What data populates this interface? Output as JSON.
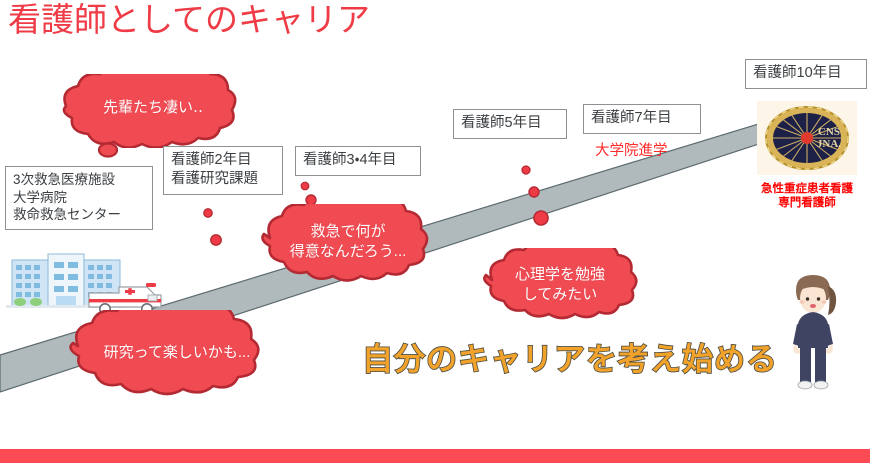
{
  "slide": {
    "title": "看護師としてのキャリア",
    "accent_red": "#ef3b46",
    "bottom_bar_color": "#fc4b55",
    "cloud_color": "#f04a52",
    "cloud_outline": "#b42a33",
    "ramp_color": "#b0b9bb",
    "gold_text_color": "#f0a22a"
  },
  "milestones": [
    {
      "id": "facility",
      "text": "3次救急医療施設\n大学病院\n救命救急センター"
    },
    {
      "id": "year2",
      "text": "看護師2年目\n看護研究課題"
    },
    {
      "id": "year34",
      "text": "看護師3・4年目"
    },
    {
      "id": "year5",
      "text": "看護師5年目"
    },
    {
      "id": "year7",
      "text": "看護師7年目"
    },
    {
      "id": "year10",
      "text": "看護師10年目"
    }
  ],
  "annotations": {
    "grad_school": "大学院進学",
    "certification": "急性重症患者看護\n専門看護師",
    "career_caption": "自分のキャリアを考え始める"
  },
  "thought_bubbles": [
    {
      "id": "senpai",
      "text": "先輩たち凄い‥"
    },
    {
      "id": "kyukyu",
      "text": "救急で何が\n得意なんだろう..."
    },
    {
      "id": "shinri",
      "text": "心理学を勉強\nしてみたい"
    },
    {
      "id": "kenkyu",
      "text": "研究って楽しいかも..."
    }
  ],
  "badge": {
    "line1": "CNS",
    "line2": "JNA."
  },
  "illustrations": [
    {
      "id": "hospital",
      "name": "hospital-building-illustration"
    },
    {
      "id": "ambulance",
      "name": "ambulance-illustration"
    },
    {
      "id": "nurse",
      "name": "nurse-figure-illustration"
    }
  ]
}
